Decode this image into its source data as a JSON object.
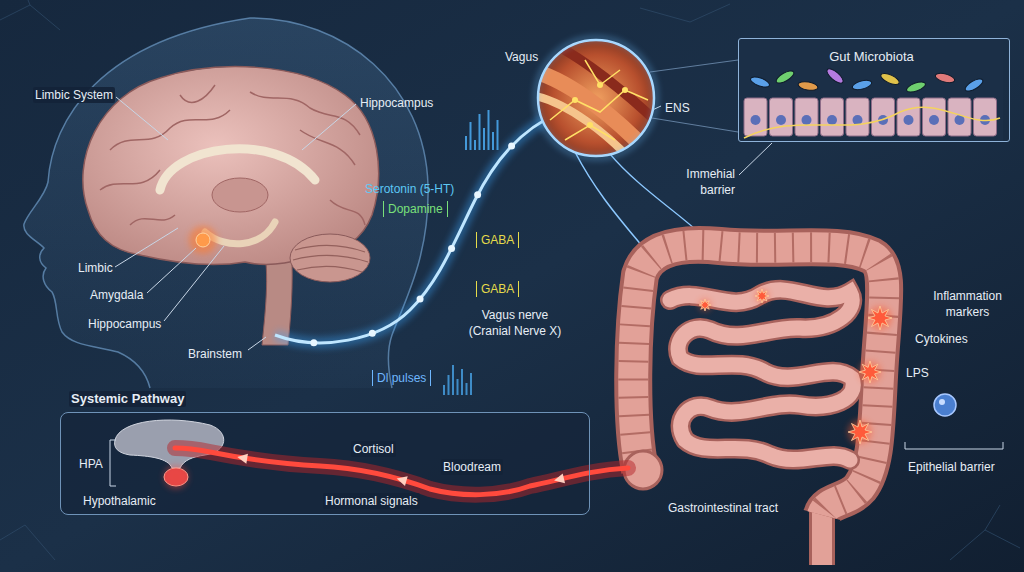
{
  "diagram": {
    "nodes": [
      {
        "text": [
          "Gut Microbiota"
        ]
      },
      {
        "text": [
          "Systemic Pathway",
          "HPA",
          "Hypothalamic",
          "Cortisol",
          "Bloodream",
          "Hormonal signals"
        ]
      }
    ],
    "labels": [
      "Limbic System",
      "Hippocampus",
      "Vagus",
      "ENS",
      "Immehial barrier",
      "Serotonin (5-HT)",
      "Dopamine",
      "GABA",
      "Limbic",
      "Amygdala",
      "GABA",
      "Inflammation markers",
      "Vagus nerve (Cranial Nerve X)",
      "Hippocampus",
      "Cytokines",
      "Brainstem",
      "LPS",
      "Dl pulses",
      "Epithelial barrier",
      "Gastrointestinal tract"
    ]
  }
}
